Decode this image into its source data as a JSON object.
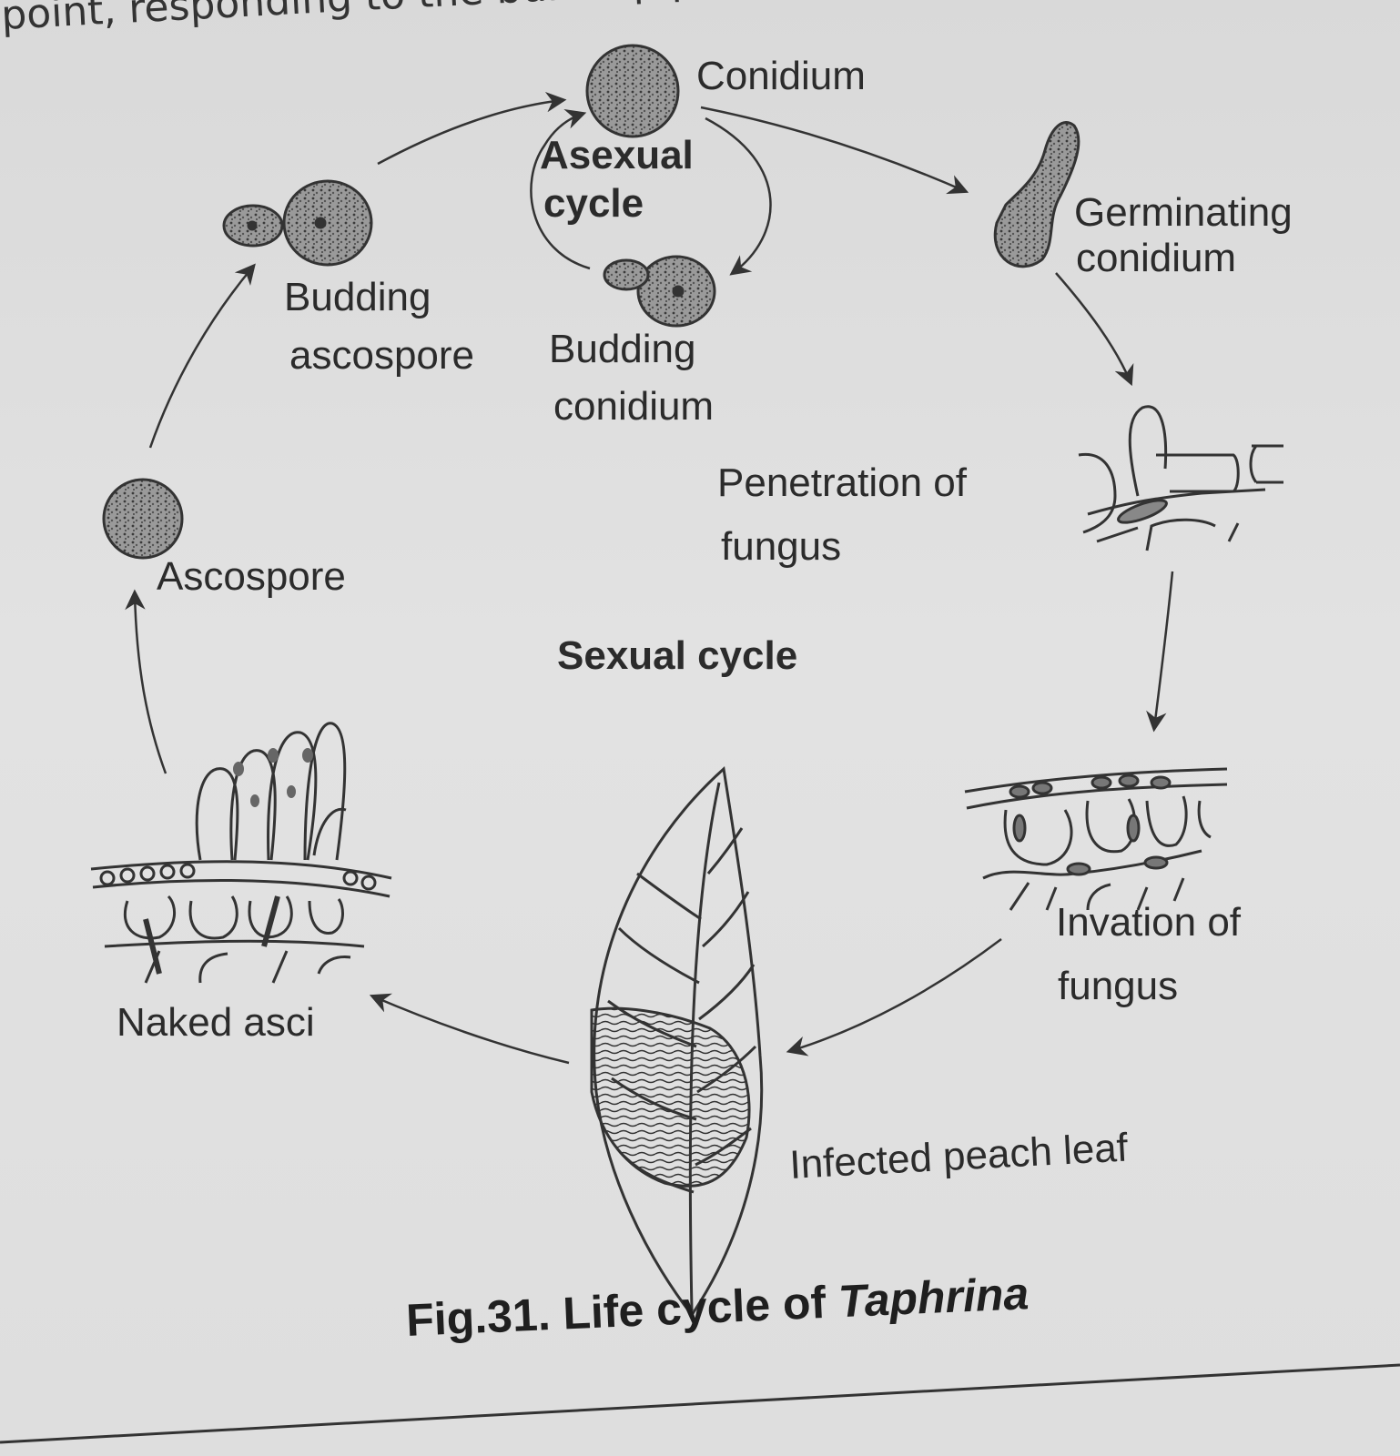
{
  "header_text": "point, responding to the build up pressure",
  "labels": {
    "conidium": "Conidium",
    "asexual_cycle_line1": "Asexual",
    "asexual_cycle_line2": "cycle",
    "germinating_line1": "Germinating",
    "germinating_line2": "conidium",
    "budding_ascospore_line1": "Budding",
    "budding_ascospore_line2": "ascospore",
    "budding_conidium_line1": "Budding",
    "budding_conidium_line2": "conidium",
    "penetration_line1": "Penetration of",
    "penetration_line2": "fungus",
    "ascospore": "Ascospore",
    "sexual_cycle": "Sexual cycle",
    "invation_line1": "Invation of",
    "invation_line2": "fungus",
    "naked_asci": "Naked asci",
    "infected_leaf": "Infected peach leaf"
  },
  "caption": {
    "prefix": "Fig.31. Life cycle of ",
    "genus": "Taphrina"
  }
}
